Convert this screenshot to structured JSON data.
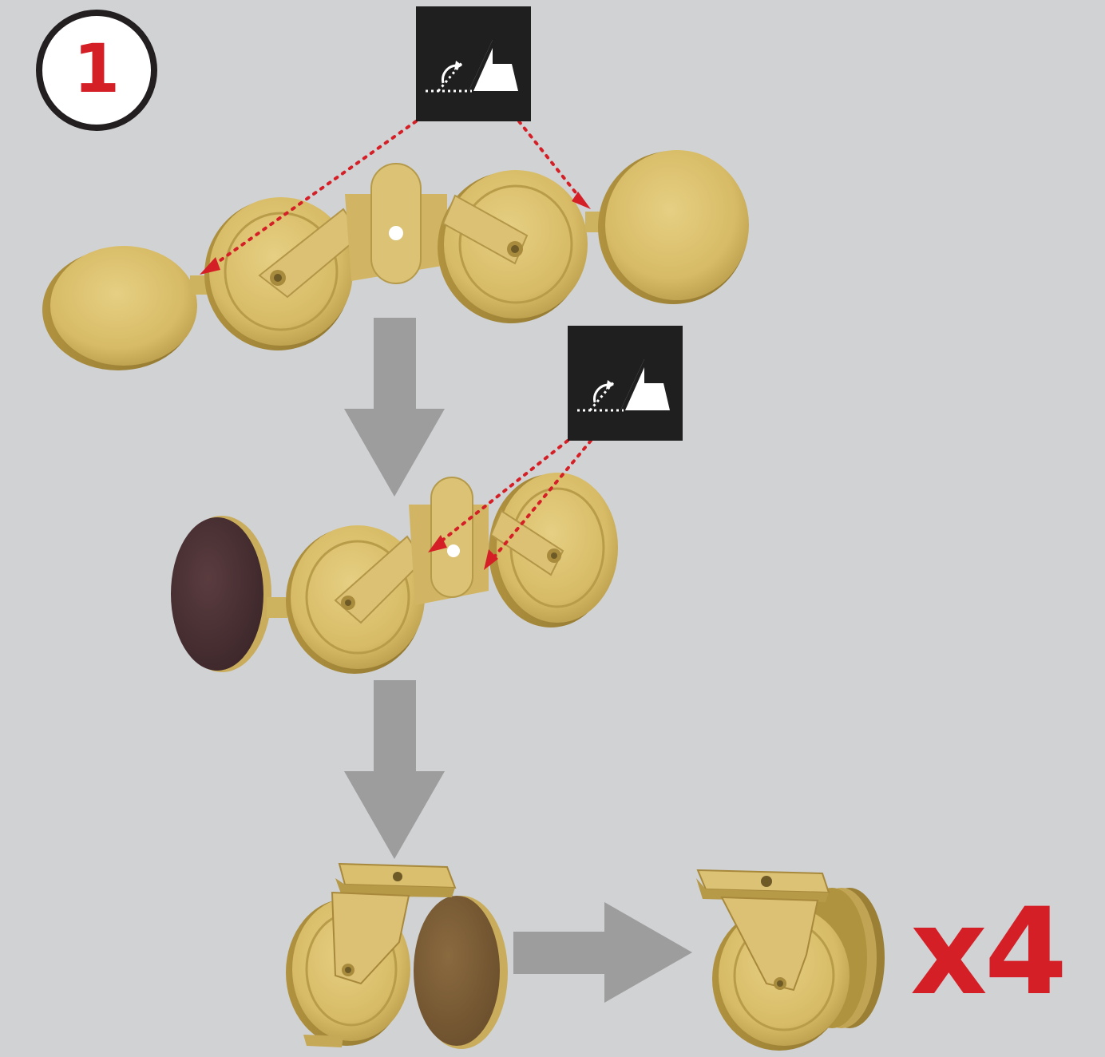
{
  "step": {
    "number": "1"
  },
  "result": {
    "quantity": "x4"
  },
  "icons": {
    "fold_icon": "fold-along-dotted-line-icon",
    "step_marker": "numbered-circle",
    "flow_arrow": "gray-down-arrow"
  },
  "colors": {
    "background": "#d1d2d4",
    "part_gold": "#d9bd6a",
    "part_shadow": "#b59a4a",
    "part_dark": "#4a3236",
    "accent_red": "#d51f26",
    "arrow_gray": "#9d9d9d",
    "icon_black": "#1f1f1f"
  }
}
